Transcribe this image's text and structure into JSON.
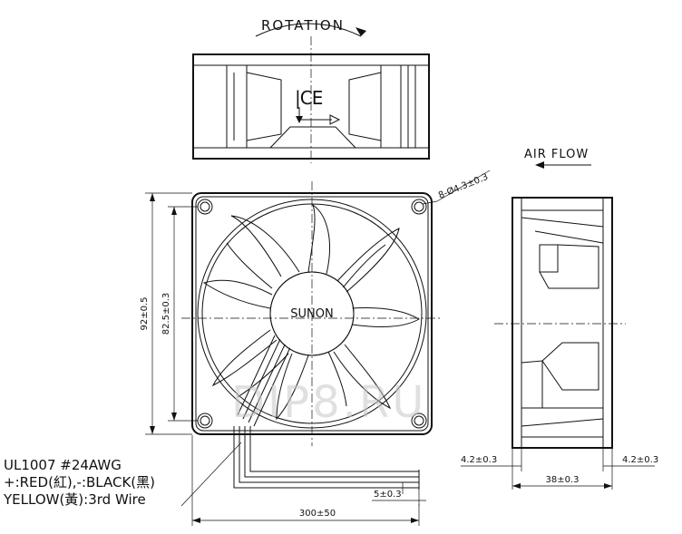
{
  "labels": {
    "rotation": "ROTATION",
    "air_flow": "AIR FLOW",
    "brand": "SUNON",
    "mount_holes": "8-Ø4.3±0.3",
    "dim_92": "92±0.5",
    "dim_82_5": "82.5±0.3",
    "dim_4_2_left": "4.2±0.3",
    "dim_4_2_right": "4.2±0.3",
    "dim_38": "38±0.3",
    "dim_5": "5±0.3",
    "dim_300": "300±50",
    "watermark": "DIP8.RU"
  },
  "wire_note": {
    "line1": "UL1007  #24AWG",
    "line2": "+:RED(紅),-:BLACK(黑)",
    "line3": "YELLOW(黃):3rd  Wire"
  }
}
